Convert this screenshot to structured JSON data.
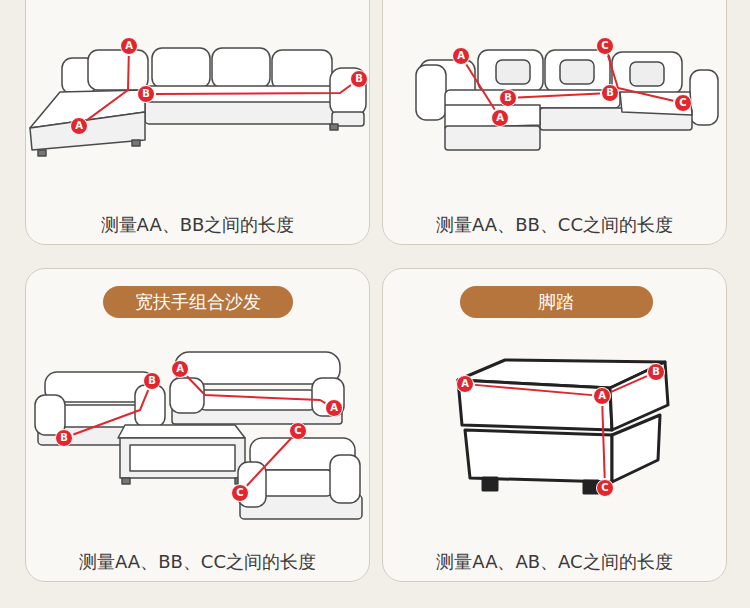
{
  "diagram": {
    "nodes": [
      {
        "text": [
          "测量AA、BB之间的长度"
        ]
      },
      {
        "text": [
          "A"
        ],
        "in": 0
      },
      {
        "text": [
          "A"
        ],
        "in": 0
      },
      {
        "text": [
          "B"
        ],
        "in": 0
      },
      {
        "text": [
          "B"
        ],
        "in": 0
      },
      {
        "text": [
          "测量AA、BB、CC之间的长度"
        ]
      },
      {
        "text": [
          "A"
        ],
        "in": 5
      },
      {
        "text": [
          "A"
        ],
        "in": 5
      },
      {
        "text": [
          "B"
        ],
        "in": 5
      },
      {
        "text": [
          "B"
        ],
        "in": 5
      },
      {
        "text": [
          "C"
        ],
        "in": 5
      },
      {
        "text": [
          "C"
        ],
        "in": 5
      },
      {
        "text": [
          "测量AA、BB、CC之间的长度"
        ]
      },
      {
        "text": [
          "宽扶手组合沙发"
        ],
        "in": 12
      },
      {
        "text": [
          "B"
        ],
        "in": 12
      },
      {
        "text": [
          "B"
        ],
        "in": 12
      },
      {
        "text": [
          "A"
        ],
        "in": 12
      },
      {
        "text": [
          "A"
        ],
        "in": 12
      },
      {
        "text": [
          "C"
        ],
        "in": 12
      },
      {
        "text": [
          "C"
        ],
        "in": 12
      },
      {
        "text": [
          "测量AA、AB、AC之间的长度"
        ]
      },
      {
        "text": [
          "脚踏"
        ],
        "in": 20
      },
      {
        "text": [
          "A"
        ],
        "in": 20
      },
      {
        "text": [
          "B"
        ],
        "in": 20
      },
      {
        "text": [
          "A"
        ],
        "in": 20
      },
      {
        "text": [
          "C"
        ],
        "in": 20
      }
    ],
    "edges": [
      {
        "from": 1,
        "to": 2,
        "arrow": "none"
      },
      {
        "from": 3,
        "to": 4,
        "arrow": "none"
      },
      {
        "from": 6,
        "to": 7,
        "arrow": "none"
      },
      {
        "from": 8,
        "to": 9,
        "arrow": "none"
      },
      {
        "from": 10,
        "to": 11,
        "arrow": "none"
      },
      {
        "from": 14,
        "to": 15,
        "arrow": "none"
      },
      {
        "from": 16,
        "to": 17,
        "arrow": "none"
      },
      {
        "from": 18,
        "to": 19,
        "arrow": "none"
      },
      {
        "from": 22,
        "to": 24,
        "arrow": "none"
      },
      {
        "from": 24,
        "to": 23,
        "arrow": "none"
      },
      {
        "from": 24,
        "to": 25,
        "arrow": "none"
      }
    ]
  }
}
